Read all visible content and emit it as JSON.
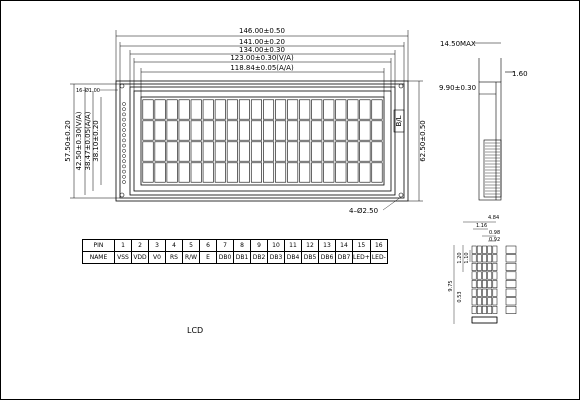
{
  "dimensions": {
    "width_outer": "146.00±0.50",
    "width_pcb": "141.00±0.20",
    "width_bezel": "134.00±0.30",
    "width_va": "123.00±0.30(V/A)",
    "width_aa": "118.84±0.05(A/A)",
    "height_outer": "62.50±0.50",
    "height_pcb": "57.50±0.20",
    "height_bezel": "42.50±0.30(V/A)",
    "height_va": "38.47±0.05(A/A)",
    "height_aa": "38.10±0.20",
    "pin_holes": "16–Ø1.00",
    "mount_holes": "4–Ø2.50",
    "bl_label": "B/L",
    "thickness_max": "14.50MAX",
    "thickness_pcb": "1.60",
    "thickness_module": "9.90±0.30",
    "char_width": "4.84",
    "dot_pitch_x": "1.16",
    "char_gap": "0.98",
    "dot_width": "0.92",
    "char_height": "9.75",
    "dot_pitch_y": "1.20",
    "dot_height": "1.10",
    "dot_gap_y": "0.53"
  },
  "pin_table": {
    "row_headers": [
      "PIN",
      "NAME"
    ],
    "pins": [
      "1",
      "2",
      "3",
      "4",
      "5",
      "6",
      "7",
      "8",
      "9",
      "10",
      "11",
      "12",
      "13",
      "14",
      "15",
      "16"
    ],
    "names": [
      "VSS",
      "VDD",
      "V0",
      "RS",
      "R/W",
      "E",
      "DB0",
      "DB1",
      "DB2",
      "DB3",
      "DB4",
      "DB5",
      "DB6",
      "DB7",
      "LED+",
      "LED-"
    ]
  },
  "caption": "LCD",
  "colors": {
    "line": "#000000",
    "background": "#ffffff"
  }
}
